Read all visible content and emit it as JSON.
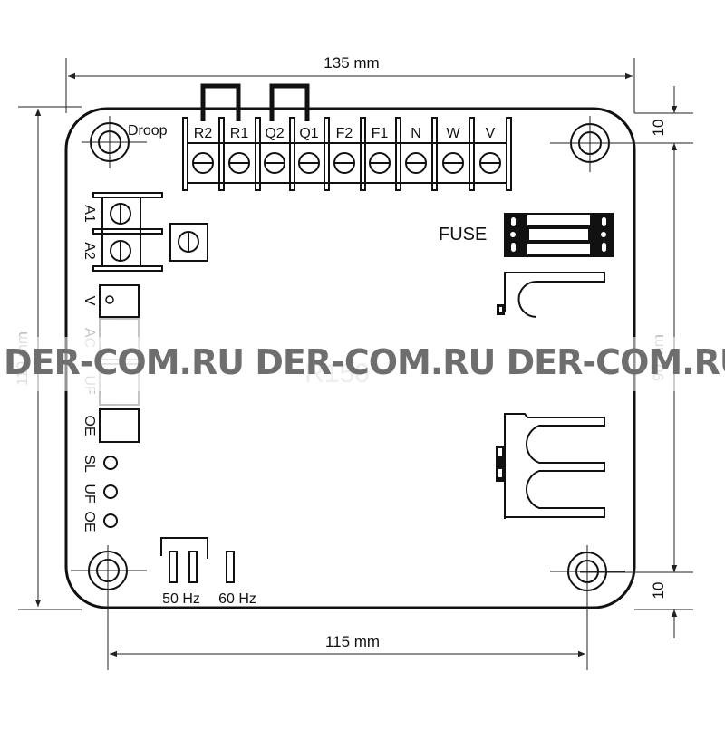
{
  "diagram": {
    "type": "pcb-outline-dimension-drawing",
    "dimensions": {
      "overall_width": "135 mm",
      "hole_spacing_width": "115 mm",
      "overall_height": "110 mm",
      "hole_spacing_height": "90 mm",
      "top_offset": "10",
      "bottom_offset": "10"
    },
    "terminal_block": {
      "label_droop": "Droop",
      "terminals": [
        "R2",
        "R1",
        "Q2",
        "Q1",
        "F2",
        "F1",
        "N",
        "W",
        "V"
      ],
      "jumpers": [
        [
          "R2",
          "R1"
        ],
        [
          "Q2",
          "Q1"
        ]
      ]
    },
    "left_terminals": [
      "A1",
      "A2"
    ],
    "left_labels": {
      "v": "V",
      "ac": "AC",
      "uf": "UF",
      "oe": "OE"
    },
    "leds": [
      "SL",
      "UF",
      "OE"
    ],
    "fuse_label": "FUSE",
    "frequency": {
      "hz50": "50 Hz",
      "hz60": "60 Hz"
    },
    "board_model_faint": "R150"
  },
  "watermark": {
    "text": "DER-COM.RU DER-COM.RU DER-COM.RU",
    "color": "#6e6e6e"
  }
}
